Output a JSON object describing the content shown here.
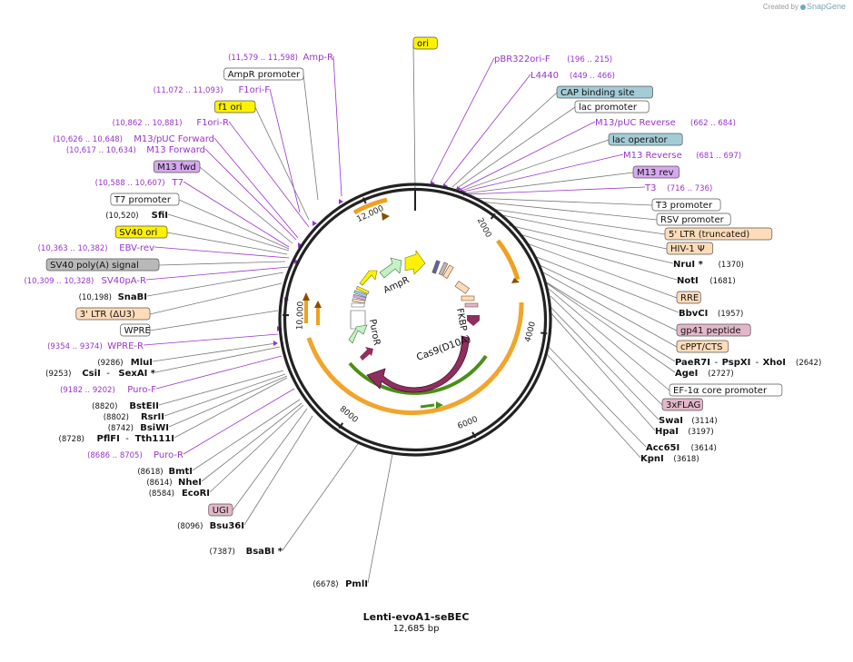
{
  "app": {
    "credit_prefix": "Created by",
    "credit_brand": "SnapGene"
  },
  "plasmid": {
    "name": "Lenti-evoA1-seBEC",
    "length_label": "12,685 bp"
  },
  "colors": {
    "primer": "#9a33cc",
    "site": "#111111",
    "orange_feature": "#f0a020",
    "cas9": "#8f2f5e",
    "green_feature": "#4b8f1a",
    "arrow_pale_green": "#c6f0c6",
    "yellow_box": "#fff200",
    "blue_box": "#a3ccd7",
    "purple_box": "#d6a8ee",
    "gray_box": "#b9b9b9",
    "peach_box": "#ffdcb9",
    "pink_box": "#e3b7c9"
  },
  "ruler": [
    "2000",
    "4000",
    "6000",
    "8000",
    "10,000",
    "12,000"
  ],
  "inner_features": [
    "AmpR",
    "PuroR",
    "FKBP",
    "Cas9(D10A)"
  ],
  "labels_left": [
    {
      "kind": "primer",
      "text": "Amp-R",
      "pos": "(11,579 .. 11,598)"
    },
    {
      "kind": "feature",
      "text": "AmpR promoter",
      "box": "white"
    },
    {
      "kind": "primer",
      "text": "F1ori-F",
      "pos": "(11,072 .. 11,093)"
    },
    {
      "kind": "feature",
      "text": "f1 ori",
      "box": "yellow"
    },
    {
      "kind": "primer",
      "text": "F1ori-R",
      "pos": "(10,862 .. 10,881)"
    },
    {
      "kind": "primer",
      "text": "M13/pUC Forward",
      "pos": "(10,626 .. 10,648)"
    },
    {
      "kind": "primer",
      "text": "M13 Forward",
      "pos": "(10,617 .. 10,634)"
    },
    {
      "kind": "feature",
      "text": "M13 fwd",
      "box": "purple"
    },
    {
      "kind": "primer",
      "text": "T7",
      "pos": "(10,588 .. 10,607)"
    },
    {
      "kind": "feature",
      "text": "T7 promoter",
      "box": "white"
    },
    {
      "kind": "site",
      "text": "SfiI",
      "pos": "(10,520)"
    },
    {
      "kind": "feature",
      "text": "SV40 ori",
      "box": "yellow"
    },
    {
      "kind": "primer",
      "text": "EBV-rev",
      "pos": "(10,363 .. 10,382)"
    },
    {
      "kind": "feature",
      "text": "SV40 poly(A) signal",
      "box": "gray"
    },
    {
      "kind": "primer",
      "text": "SV40pA-R",
      "pos": "(10,309 .. 10,328)"
    },
    {
      "kind": "site",
      "text": "SnaBI",
      "pos": "(10,198)"
    },
    {
      "kind": "feature",
      "text": "3' LTR (ΔU3)",
      "box": "peach"
    },
    {
      "kind": "feature",
      "text": "WPRE",
      "box": "white"
    },
    {
      "kind": "primer",
      "text": "WPRE-R",
      "pos": "(9354 .. 9374)"
    },
    {
      "kind": "site",
      "text": "MluI",
      "pos": "(9286)"
    },
    {
      "kind": "site2",
      "text": "CsiI",
      "text2": "SexAI *",
      "pos": "(9253)"
    },
    {
      "kind": "primer",
      "text": "Puro-F",
      "pos": "(9182 .. 9202)"
    },
    {
      "kind": "site",
      "text": "BstEII",
      "pos": "(8820)"
    },
    {
      "kind": "site",
      "text": "RsrII",
      "pos": "(8802)"
    },
    {
      "kind": "site",
      "text": "BsiWI",
      "pos": "(8742)"
    },
    {
      "kind": "site2",
      "text": "PflFI",
      "text2": "Tth111I",
      "pos": "(8728)"
    },
    {
      "kind": "primer",
      "text": "Puro-R",
      "pos": "(8686 .. 8705)"
    },
    {
      "kind": "site",
      "text": "BmtI",
      "pos": "(8618)"
    },
    {
      "kind": "site",
      "text": "NheI",
      "pos": "(8614)"
    },
    {
      "kind": "site",
      "text": "EcoRI",
      "pos": "(8584)"
    },
    {
      "kind": "feature",
      "text": "UGI",
      "box": "pink"
    },
    {
      "kind": "site",
      "text": "Bsu36I",
      "pos": "(8096)"
    },
    {
      "kind": "site",
      "text": "BsaBI *",
      "pos": "(7387)"
    },
    {
      "kind": "site",
      "text": "PmlI",
      "pos": "(6678)"
    }
  ],
  "labels_right": [
    {
      "kind": "feature",
      "text": "ori",
      "box": "yellow"
    },
    {
      "kind": "primer",
      "text": "pBR322ori-F",
      "pos": "(196 .. 215)"
    },
    {
      "kind": "primer",
      "text": "L4440",
      "pos": "(449 .. 466)"
    },
    {
      "kind": "feature",
      "text": "CAP binding site",
      "box": "blue"
    },
    {
      "kind": "feature",
      "text": "lac promoter",
      "box": "white"
    },
    {
      "kind": "primer",
      "text": "M13/pUC Reverse",
      "pos": "(662 .. 684)"
    },
    {
      "kind": "feature",
      "text": "lac operator",
      "box": "blue"
    },
    {
      "kind": "primer",
      "text": "M13 Reverse",
      "pos": "(681 .. 697)"
    },
    {
      "kind": "feature",
      "text": "M13 rev",
      "box": "purple"
    },
    {
      "kind": "primer",
      "text": "T3",
      "pos": "(716 .. 736)"
    },
    {
      "kind": "feature",
      "text": "T3 promoter",
      "box": "white"
    },
    {
      "kind": "feature",
      "text": "RSV promoter",
      "box": "white"
    },
    {
      "kind": "feature",
      "text": "5' LTR (truncated)",
      "box": "peach"
    },
    {
      "kind": "feature",
      "text": "HIV-1 Ψ",
      "box": "peach"
    },
    {
      "kind": "site",
      "text": "NruI *",
      "pos": "(1370)"
    },
    {
      "kind": "site",
      "text": "NotI",
      "pos": "(1681)"
    },
    {
      "kind": "feature",
      "text": "RRE",
      "box": "peach"
    },
    {
      "kind": "site",
      "text": "BbvCI",
      "pos": "(1957)"
    },
    {
      "kind": "feature",
      "text": "gp41 peptide",
      "box": "pink"
    },
    {
      "kind": "feature",
      "text": "cPPT/CTS",
      "box": "peach"
    },
    {
      "kind": "site3",
      "text": "PaeR7I",
      "text2": "PspXI",
      "text3": "XhoI",
      "pos": "(2642)"
    },
    {
      "kind": "site",
      "text": "AgeI",
      "pos": "(2727)"
    },
    {
      "kind": "feature",
      "text": "EF-1α core promoter",
      "box": "white"
    },
    {
      "kind": "feature",
      "text": "3xFLAG",
      "box": "pink"
    },
    {
      "kind": "site",
      "text": "SwaI",
      "pos": "(3114)"
    },
    {
      "kind": "site",
      "text": "HpaI",
      "pos": "(3197)"
    },
    {
      "kind": "site",
      "text": "Acc65I",
      "pos": "(3614)"
    },
    {
      "kind": "site",
      "text": "KpnI",
      "pos": "(3618)"
    }
  ]
}
